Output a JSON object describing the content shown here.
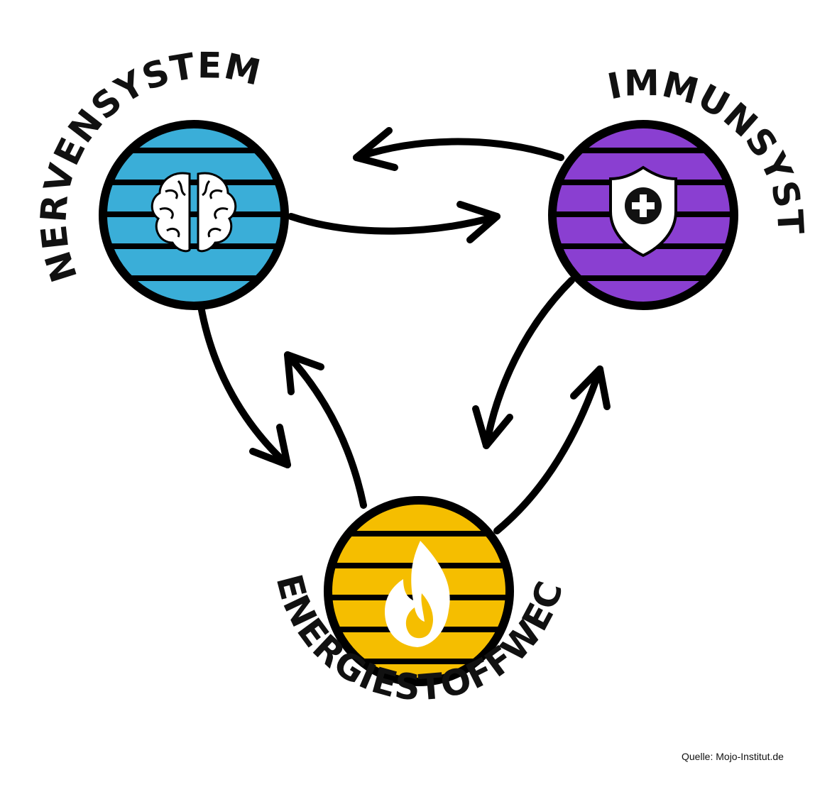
{
  "nodes": {
    "nerven": {
      "label": "NERVENSYSTEM",
      "icon": "brain-icon",
      "color": "#3aaed8"
    },
    "immun": {
      "label": "IMMUNSYSTEM",
      "icon": "shield-plus-icon",
      "color": "#8a3fd1"
    },
    "energie": {
      "label": "ENERGIESTOFFWECHSEL",
      "icon": "flame-icon",
      "color": "#f5be00"
    }
  },
  "source": "Quelle: Mojo-Institut.de"
}
